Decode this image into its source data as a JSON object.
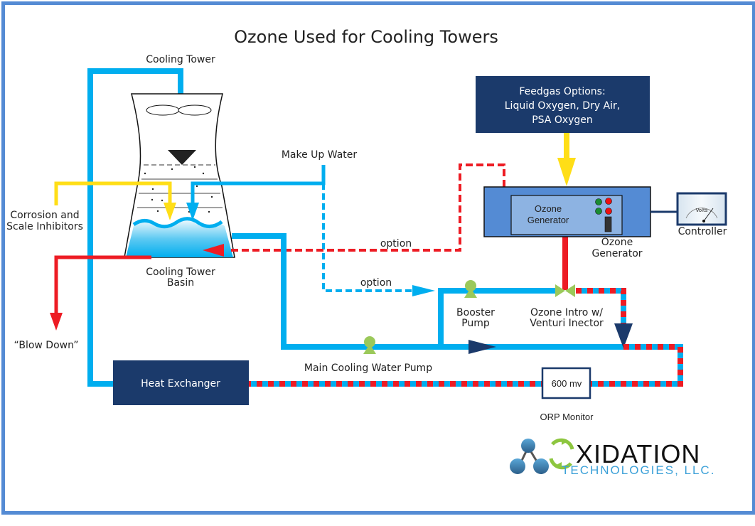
{
  "title": "Ozone Used for Cooling Towers",
  "colors": {
    "water": "#00aeef",
    "ozone": "#ed1c24",
    "chemical": "#ffde17",
    "navy": "#1b3a6b",
    "pump": "#9bc95a",
    "frame": "#548bd4",
    "generator_outer": "#548bd4",
    "generator_inner": "#8db3e2"
  },
  "labels": {
    "cooling_tower": "Cooling Tower",
    "corrosion_line1": "Corrosion and",
    "corrosion_line2": "Scale Inhibitors",
    "basin_line1": "Cooling Tower",
    "basin_line2": "Basin",
    "blow_down": "“Blow Down”",
    "make_up_water": "Make Up Water",
    "option_ozone": "option",
    "option_water": "option",
    "booster_line1": "Booster",
    "booster_line2": "Pump",
    "ozone_intro_line1": "Ozone Intro w/",
    "ozone_intro_line2": "Venturi Inector",
    "main_pump": "Main Cooling Water Pump",
    "orp_monitor": "ORP Monitor",
    "generator_caption_line1": "Ozone",
    "generator_caption_line2": "Generator",
    "controller": "Controller"
  },
  "feedgas": {
    "line1": "Feedgas Options:",
    "line2": "Liquid Oxygen, Dry Air,",
    "line3": "PSA Oxygen"
  },
  "generator": {
    "line1": "Ozone",
    "line2": "Generator"
  },
  "controller_gauge": {
    "label": "Volts"
  },
  "heat_exchanger": {
    "label": "Heat Exchanger"
  },
  "orp": {
    "reading": "600 mv"
  },
  "logo": {
    "word": "XIDATION",
    "first_letter_icon": "recycle-arrows-icon",
    "subtitle": "TECHNOLOGIES, LLC."
  }
}
